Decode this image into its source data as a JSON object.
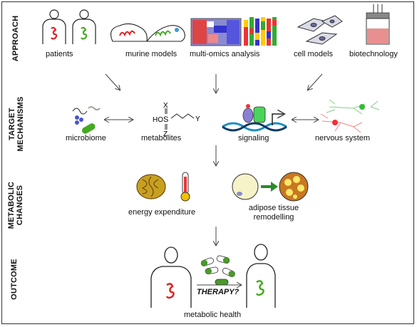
{
  "row_labels": {
    "approach": "APPROACH",
    "target": "TARGET\nMECHANISMS",
    "metabolic": "METABOLIC\nCHANGES",
    "outcome": "OUTCOME"
  },
  "approach_items": {
    "patients": "patients",
    "murine": "murine models",
    "omics": "multi-omics analysis",
    "cells": "cell models",
    "biotech": "biotechnology"
  },
  "mechanism_items": {
    "microbiome": "microbiome",
    "metabolites": "metabolites",
    "signaling": "signaling",
    "nervous": "nervous system"
  },
  "metabolite_formula": {
    "ho": "HO",
    "s": "S",
    "x": "X",
    "z": "Z",
    "y": "Y"
  },
  "metabolic_items": {
    "energy": "energy expenditure",
    "adipose": "adipose tissue remodelling"
  },
  "outcome": {
    "therapy": "THERAPY?",
    "health": "metabolic health"
  }
}
